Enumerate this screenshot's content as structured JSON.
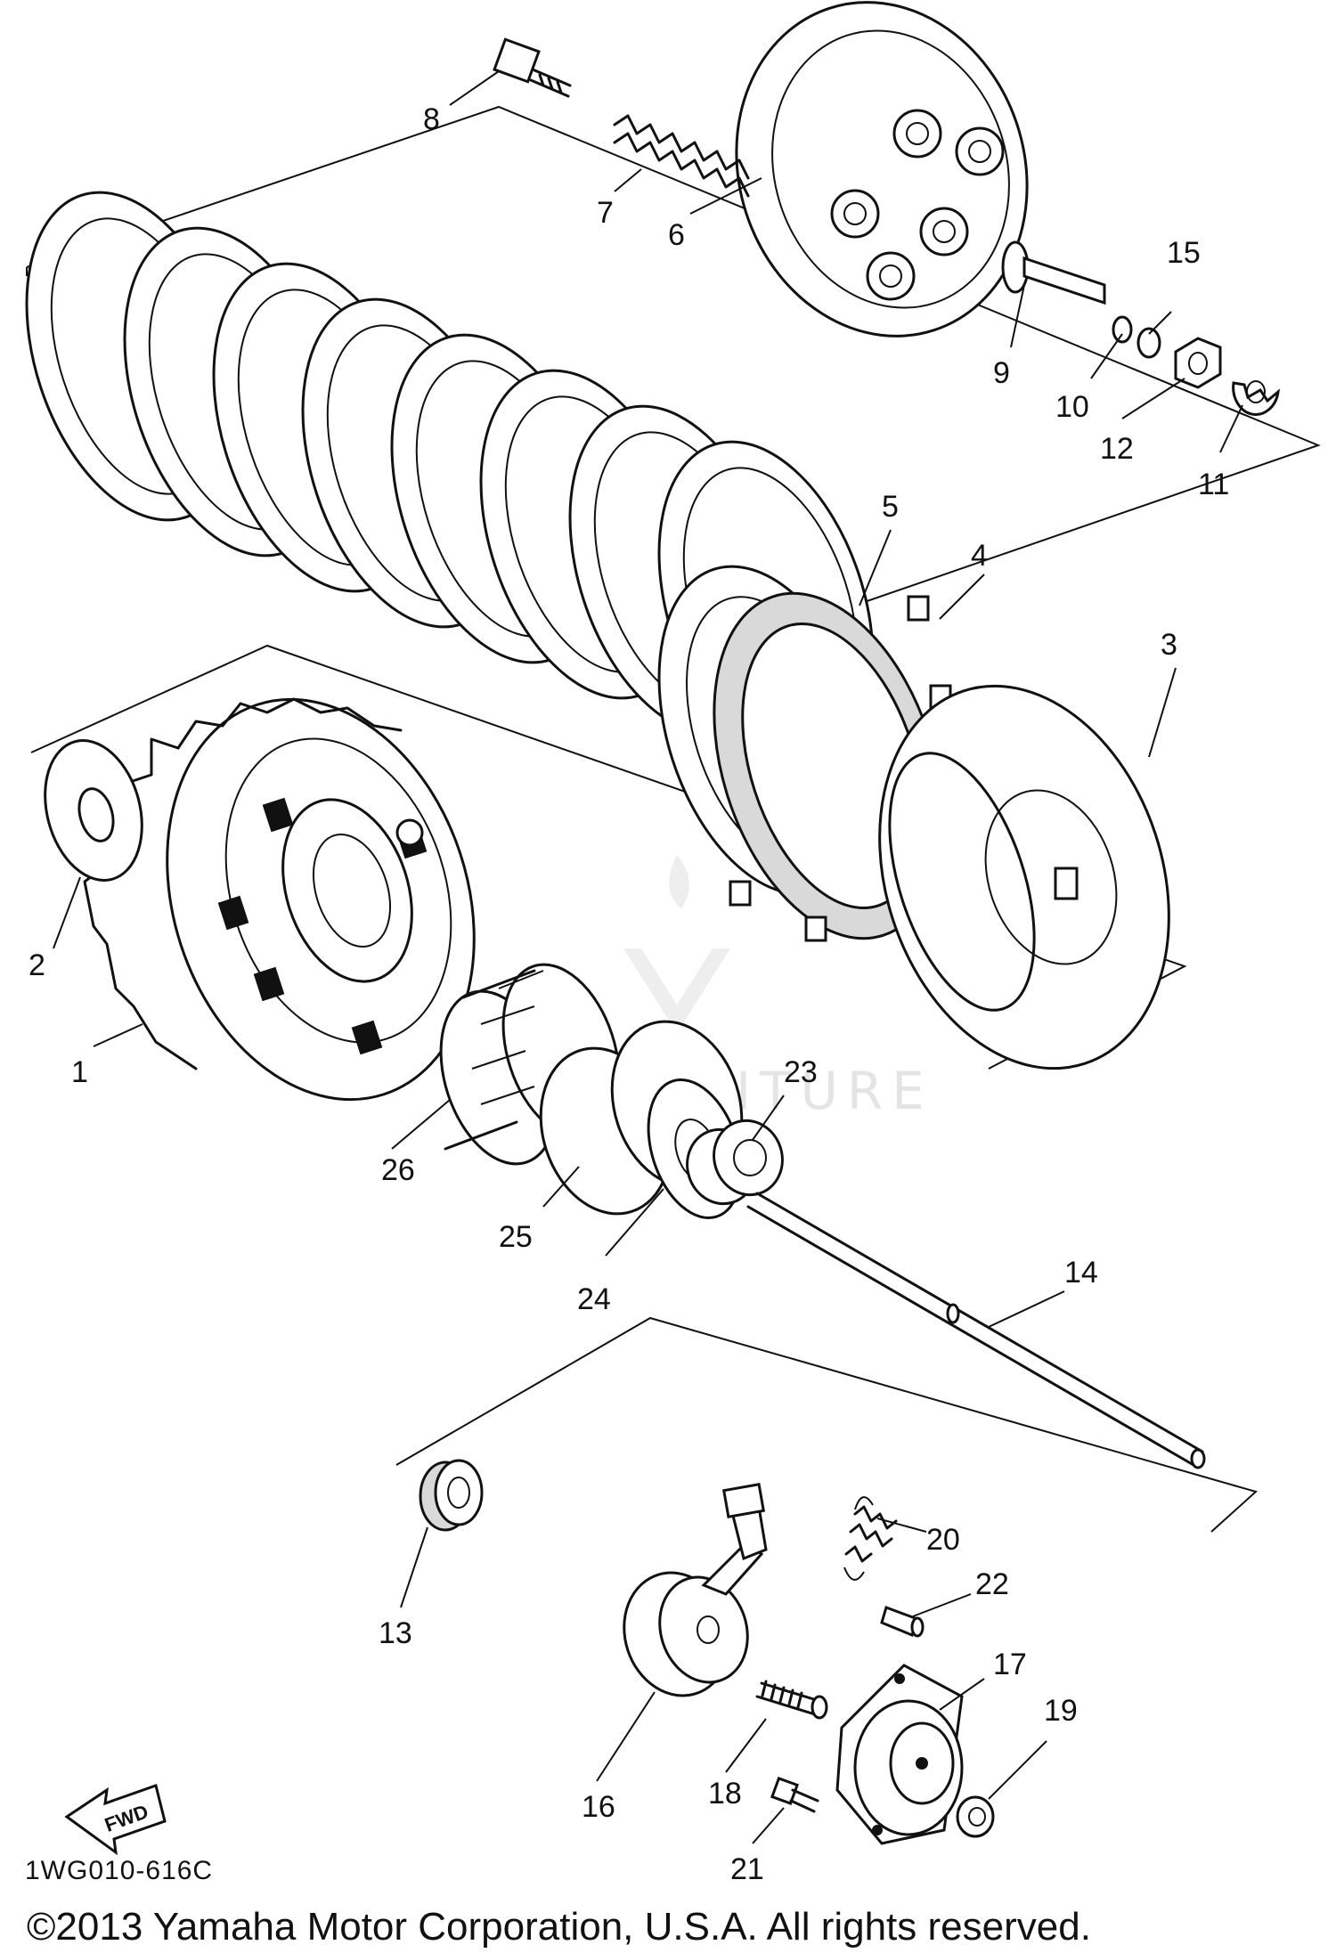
{
  "parts": [
    {
      "id": "1",
      "label": "1"
    },
    {
      "id": "2",
      "label": "2"
    },
    {
      "id": "3",
      "label": "3"
    },
    {
      "id": "4",
      "label": "4"
    },
    {
      "id": "5",
      "label": "5"
    },
    {
      "id": "6",
      "label": "6"
    },
    {
      "id": "7",
      "label": "7"
    },
    {
      "id": "8",
      "label": "8"
    },
    {
      "id": "9",
      "label": "9"
    },
    {
      "id": "10",
      "label": "10"
    },
    {
      "id": "11",
      "label": "11"
    },
    {
      "id": "12",
      "label": "12"
    },
    {
      "id": "13",
      "label": "13"
    },
    {
      "id": "14",
      "label": "14"
    },
    {
      "id": "15",
      "label": "15"
    },
    {
      "id": "16",
      "label": "16"
    },
    {
      "id": "17",
      "label": "17"
    },
    {
      "id": "18",
      "label": "18"
    },
    {
      "id": "19",
      "label": "19"
    },
    {
      "id": "20",
      "label": "20"
    },
    {
      "id": "21",
      "label": "21"
    },
    {
      "id": "22",
      "label": "22"
    },
    {
      "id": "23",
      "label": "23"
    },
    {
      "id": "24",
      "label": "24"
    },
    {
      "id": "25",
      "label": "25"
    },
    {
      "id": "26",
      "label": "26"
    }
  ],
  "diagram_code": "1WG010-616C",
  "fwd_label": "FWD",
  "copyright": "©2013 Yamaha Motor Corporation, U.S.A. All rights reserved.",
  "watermark": "ADVENTURE",
  "colors": {
    "ink": "#111111",
    "background": "#ffffff",
    "watermark": "#cfcfcf"
  }
}
